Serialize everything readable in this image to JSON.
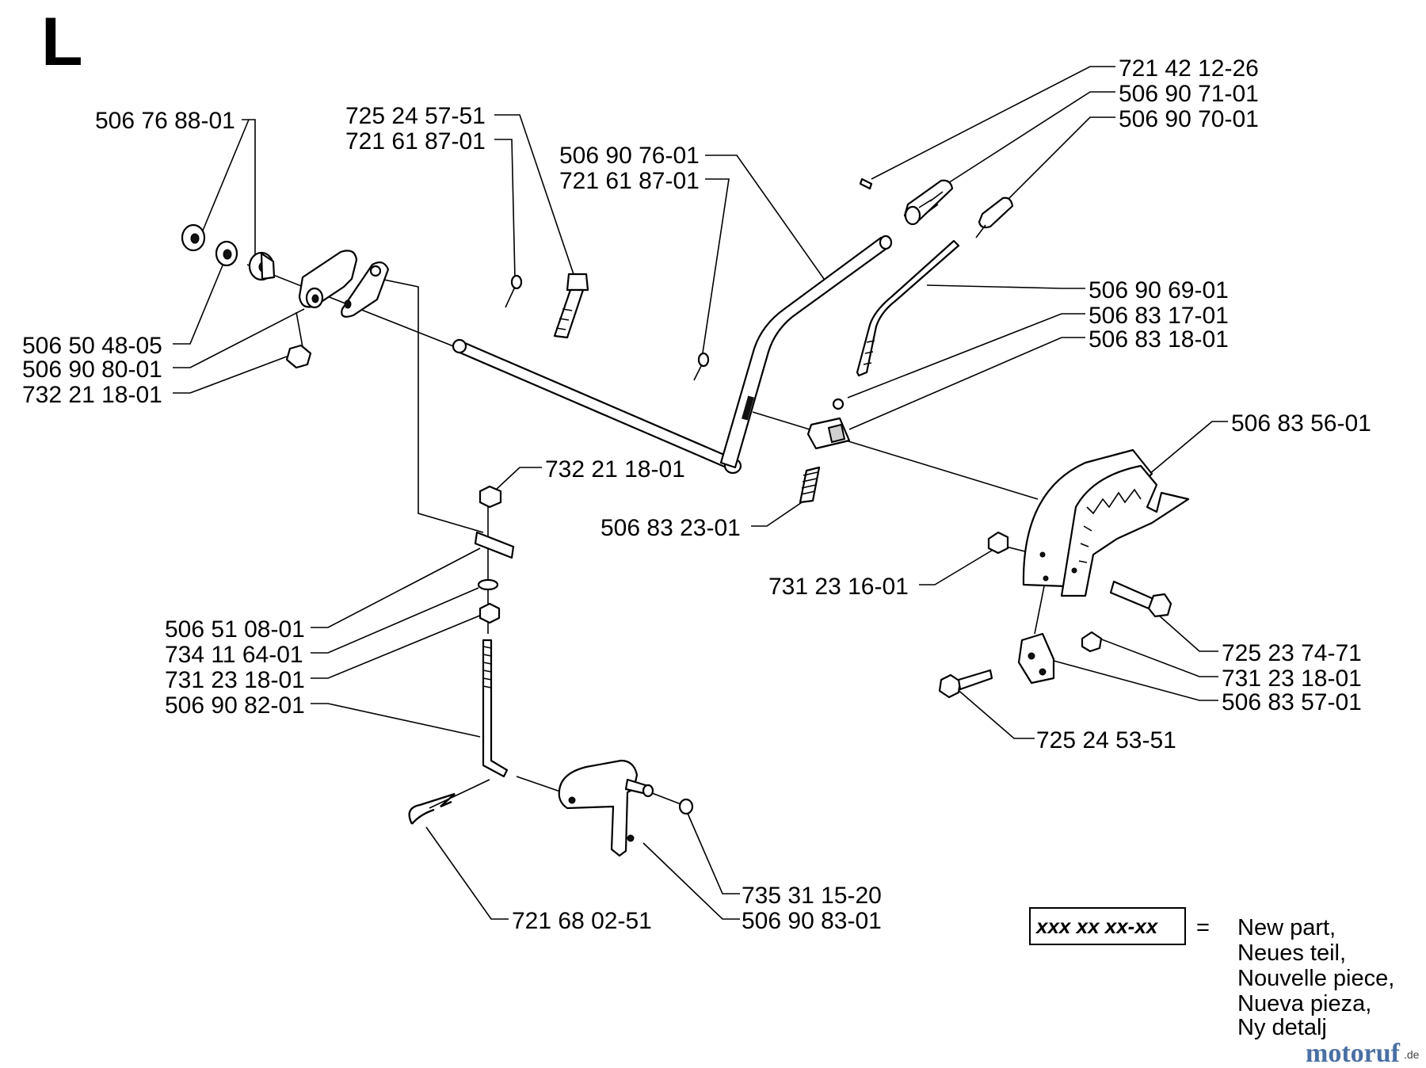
{
  "page_title": "L",
  "callouts": {
    "c01": "506 76 88-01",
    "c02": "725 24 57-51",
    "c03": "721 61 87-01",
    "c04": "506 90 76-01",
    "c05": "721 61 87-01",
    "c06": "721 42 12-26",
    "c07": "506 90 71-01",
    "c08": "506 90 70-01",
    "c09": "506 90 69-01",
    "c10": "506 83 17-01",
    "c11": "506 83 18-01",
    "c12": "506 50 48-05",
    "c13": "506 90 80-01",
    "c14": "732 21 18-01",
    "c15": "732 21 18-01",
    "c16": "506 83 56-01",
    "c17": "506 83 23-01",
    "c18": "731 23 16-01",
    "c19": "506 51 08-01",
    "c20": "734 11 64-01",
    "c21": "731 23 18-01",
    "c22": "506 90 82-01",
    "c23": "725 23 74-71",
    "c24": "731 23 18-01",
    "c25": "506 83 57-01",
    "c26": "725 24 53-51",
    "c27": "735 31 15-20",
    "c28": "721 68 02-51",
    "c29": "506 90 83-01"
  },
  "legend": {
    "code": "xxx xx xx-xx",
    "equals": "=",
    "lines": [
      "New part,",
      "Neues teil,",
      "Nouvelle piece,",
      "Nueva pieza,",
      "Ny detalj"
    ]
  },
  "watermark": {
    "text": "motoruf",
    "suffix": ".de"
  }
}
